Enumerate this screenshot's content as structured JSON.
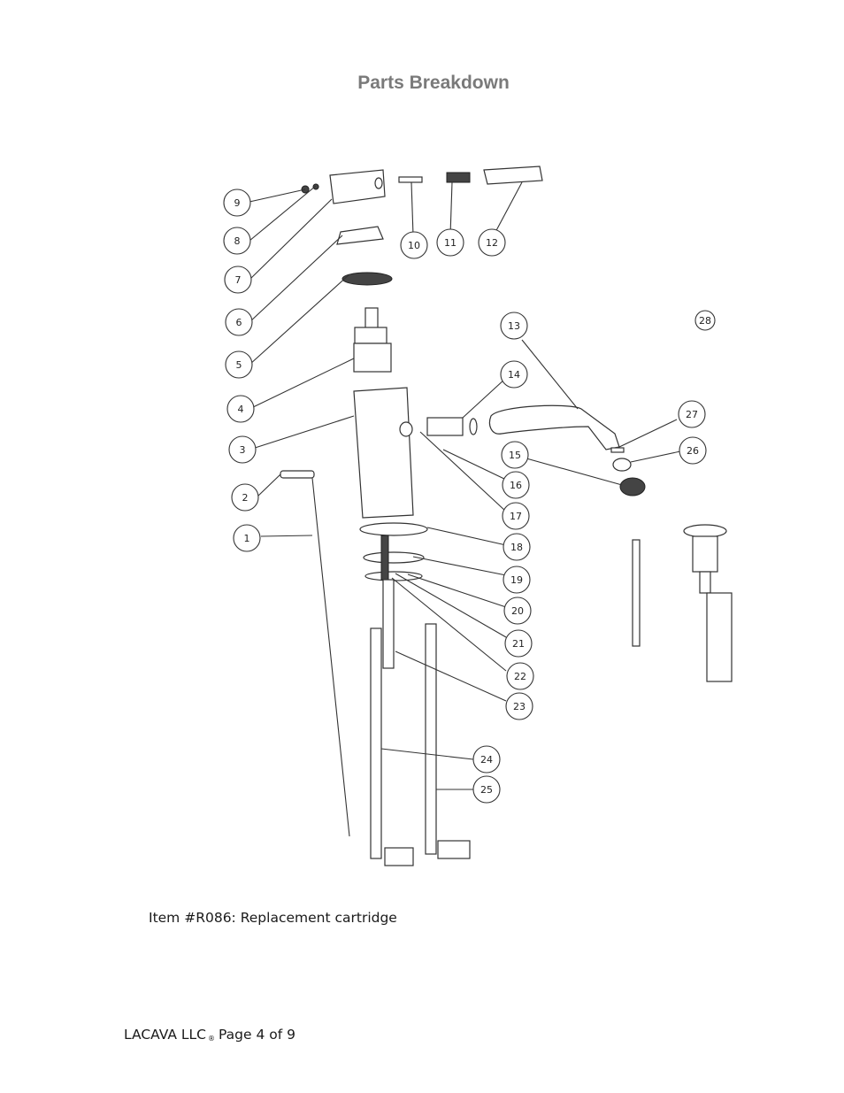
{
  "page": {
    "title": "Parts Breakdown",
    "caption": "Item #R086: Replacement cartridge",
    "footer_company": "LACAVA LLC",
    "footer_reg": "®",
    "footer_page": "Page 4 of 9"
  },
  "diagram": {
    "callouts": [
      "1",
      "2",
      "3",
      "4",
      "5",
      "6",
      "7",
      "8",
      "9",
      "10",
      "11",
      "12",
      "13",
      "14",
      "15",
      "16",
      "17",
      "18",
      "19",
      "20",
      "21",
      "22",
      "23",
      "24",
      "25",
      "26",
      "27",
      "28"
    ]
  }
}
